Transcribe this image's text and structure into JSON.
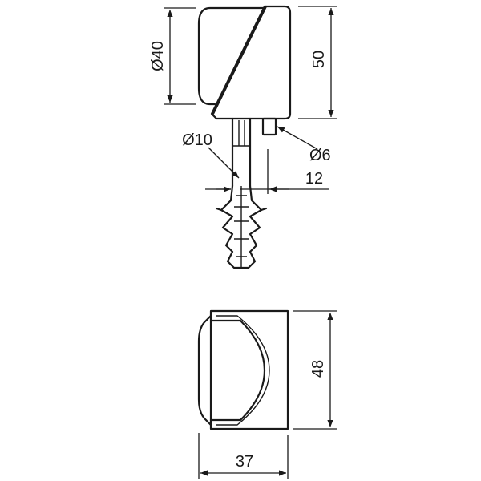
{
  "dimensions": {
    "diameter_40": "Ø40",
    "height_50": "50",
    "diameter_10": "Ø10",
    "diameter_6": "Ø6",
    "length_12": "12",
    "height_48": "48",
    "width_37": "37"
  },
  "colors": {
    "line": "#1a1a1a",
    "background": "#ffffff"
  }
}
